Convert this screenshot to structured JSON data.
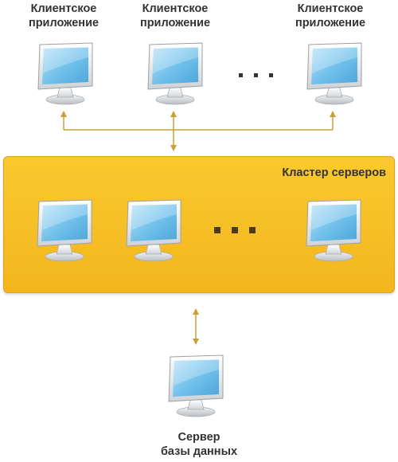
{
  "clients": [
    {
      "label_line1": "Клиентское",
      "label_line2": "приложение"
    },
    {
      "label_line1": "Клиентское",
      "label_line2": "приложение"
    },
    {
      "label_line1": "Клиентское",
      "label_line2": "приложение"
    }
  ],
  "cluster": {
    "title": "Кластер серверов"
  },
  "database": {
    "label_line1": "Сервер",
    "label_line2": "базы данных"
  },
  "icons": {
    "computer": "computer-monitor-icon"
  },
  "colors": {
    "cluster_fill": "#f6bf24",
    "cluster_border": "#dca21a",
    "connector": "#c9a038",
    "screen": "#7fc6ef",
    "label_text": "#333333"
  }
}
